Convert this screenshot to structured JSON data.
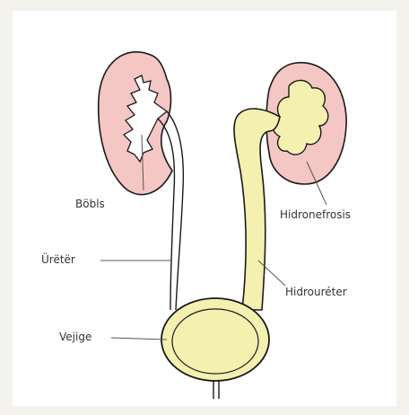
{
  "labels": {
    "kidney": "Böbls",
    "ureter": "Ürëtër",
    "bladder": "Vejige",
    "hydronephrosis": "Hidronefrosis",
    "hydroureter": "Hidrouréter"
  },
  "colors": {
    "kidney_fill": "#f4c6c4",
    "dilated_fill": "#f3f0b0",
    "bladder_fill": "#f3f0b0",
    "outline": "#1a1a1a",
    "background": "#f4f2ec"
  }
}
